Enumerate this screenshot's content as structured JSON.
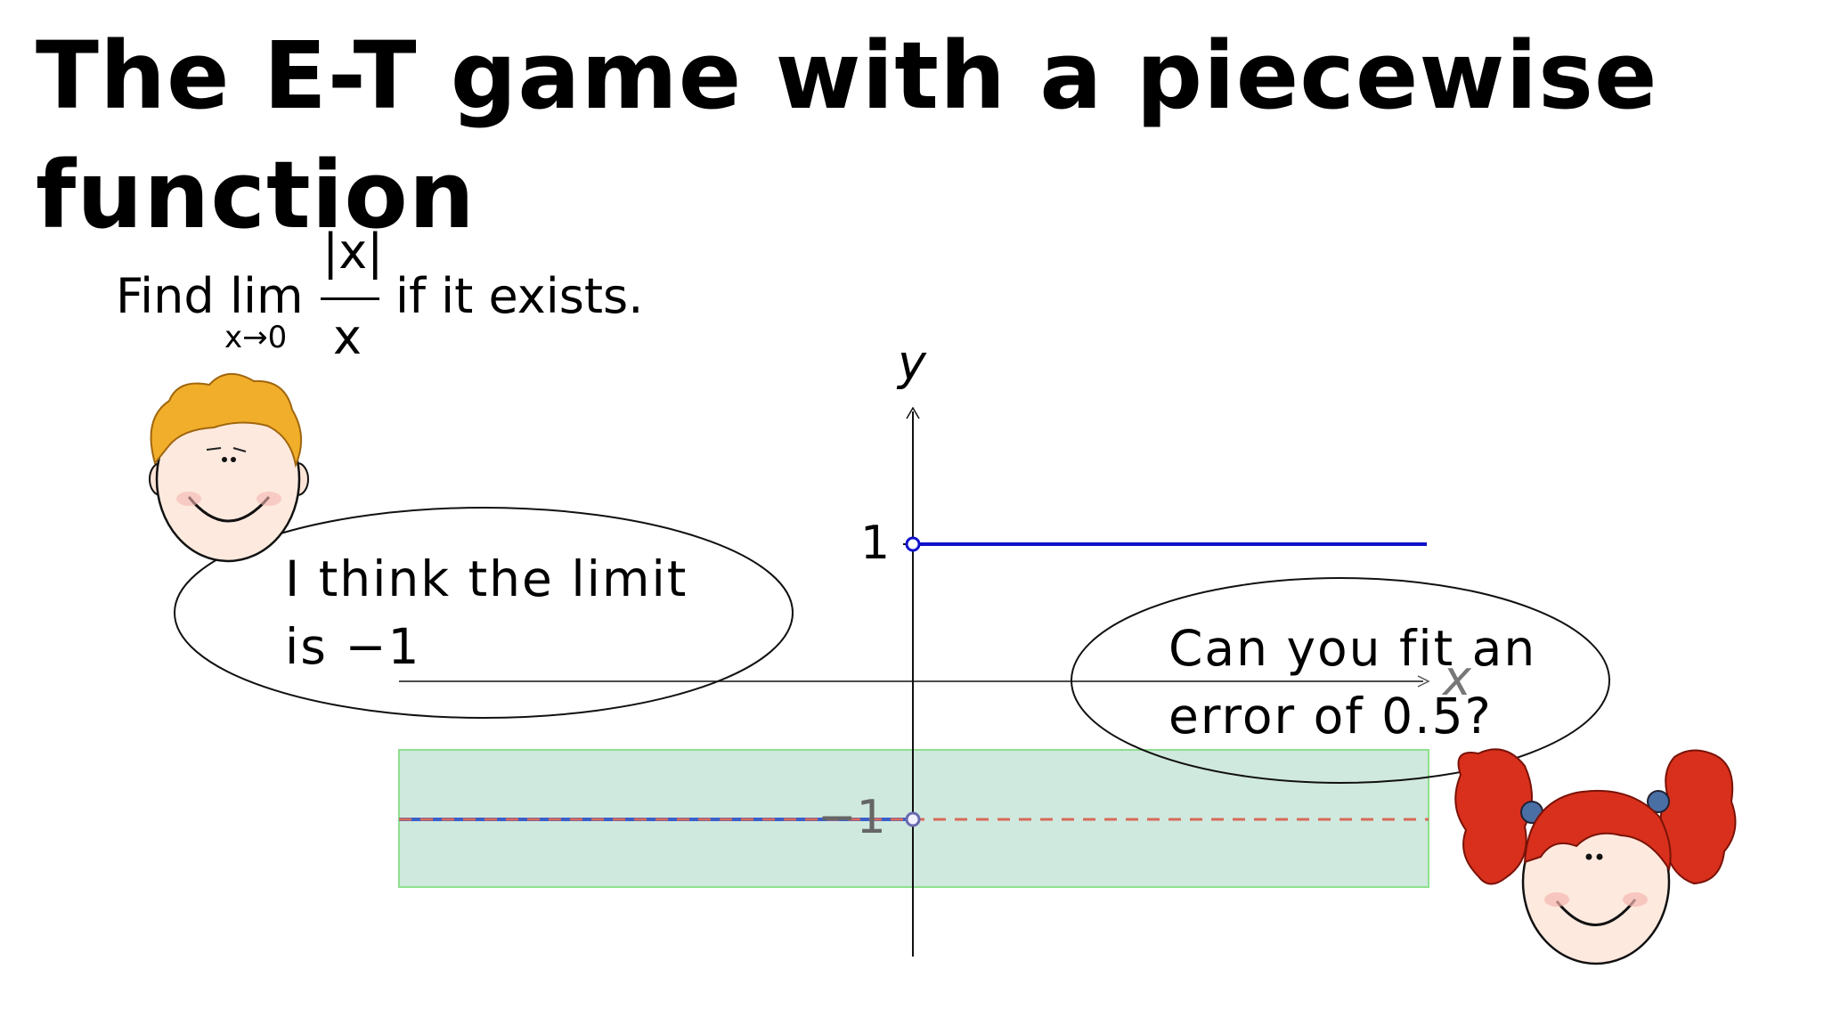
{
  "title": "The E-T game with a piecewise function",
  "problem": {
    "find": "Find",
    "lim": "lim",
    "subscript": "x→0",
    "numerator": "|x|",
    "denominator": "x",
    "suffix": "if it exists."
  },
  "graph": {
    "y_axis_label": "y",
    "x_axis_label": "x",
    "tick_pos": "1",
    "tick_neg": "−1",
    "curve_color": "#1111cc",
    "band_color": "#cce8dd",
    "band_border_color": "#8ee08e",
    "dashed_line_color": "#d86a5a"
  },
  "bubbles": {
    "left": {
      "line1": "I think the limit",
      "line2": "is −1"
    },
    "right": {
      "line1": "Can you fit an",
      "line2": "error of 0.5?"
    }
  },
  "characters": {
    "left": "boy-character-icon",
    "right": "girl-character-icon"
  }
}
